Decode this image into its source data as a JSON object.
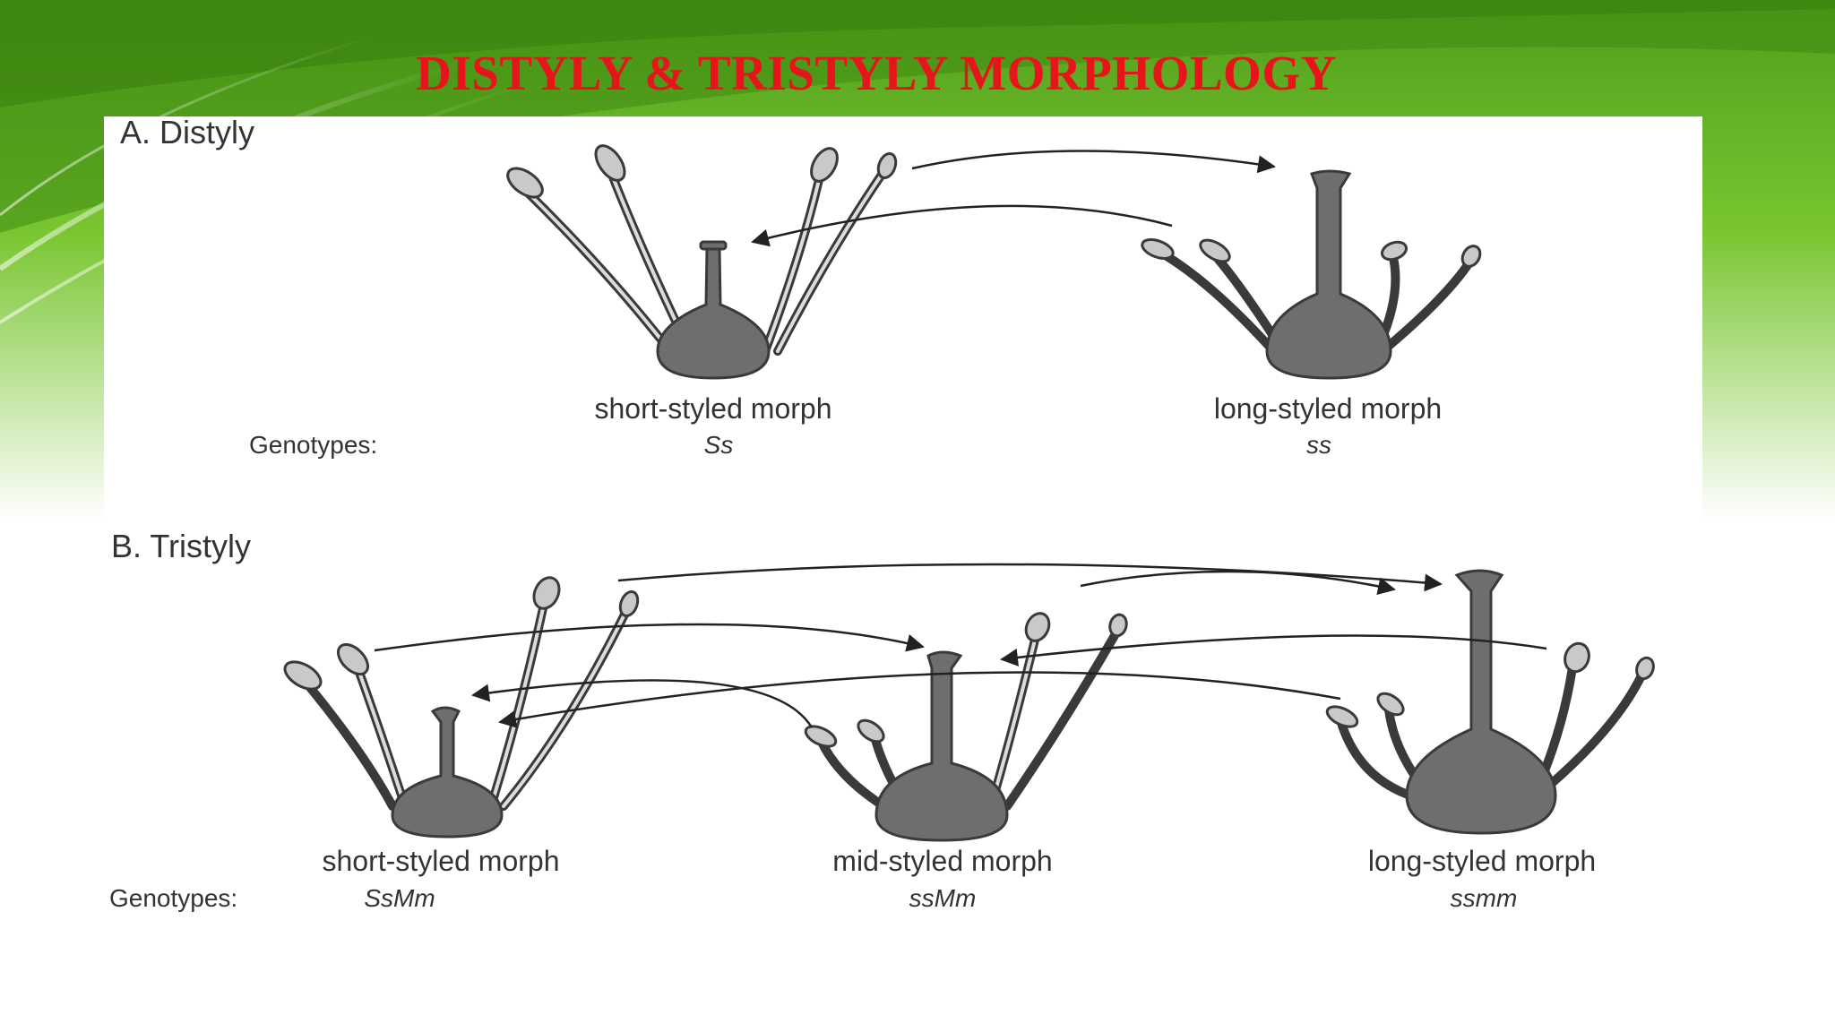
{
  "title": "DISTYLY & TRISTYLY MORPHOLOGY",
  "colors": {
    "title": "#e8141b",
    "background_green": "#6cbf2a",
    "organ_fill": "#6e6e6e",
    "anther_fill": "#c9c9c9"
  },
  "panel_a": {
    "heading": "A. Distyly",
    "genotypes_label": "Genotypes:",
    "morphs": [
      {
        "label": "short-styled morph",
        "genotype": "Ss"
      },
      {
        "label": "long-styled morph",
        "genotype": "ss"
      }
    ]
  },
  "panel_b": {
    "heading": "B. Tristyly",
    "genotypes_label": "Genotypes:",
    "morphs": [
      {
        "label": "short-styled morph",
        "genotype": "SsMm"
      },
      {
        "label": "mid-styled morph",
        "genotype": "ssMm"
      },
      {
        "label": "long-styled morph",
        "genotype": "ssmm"
      }
    ]
  }
}
